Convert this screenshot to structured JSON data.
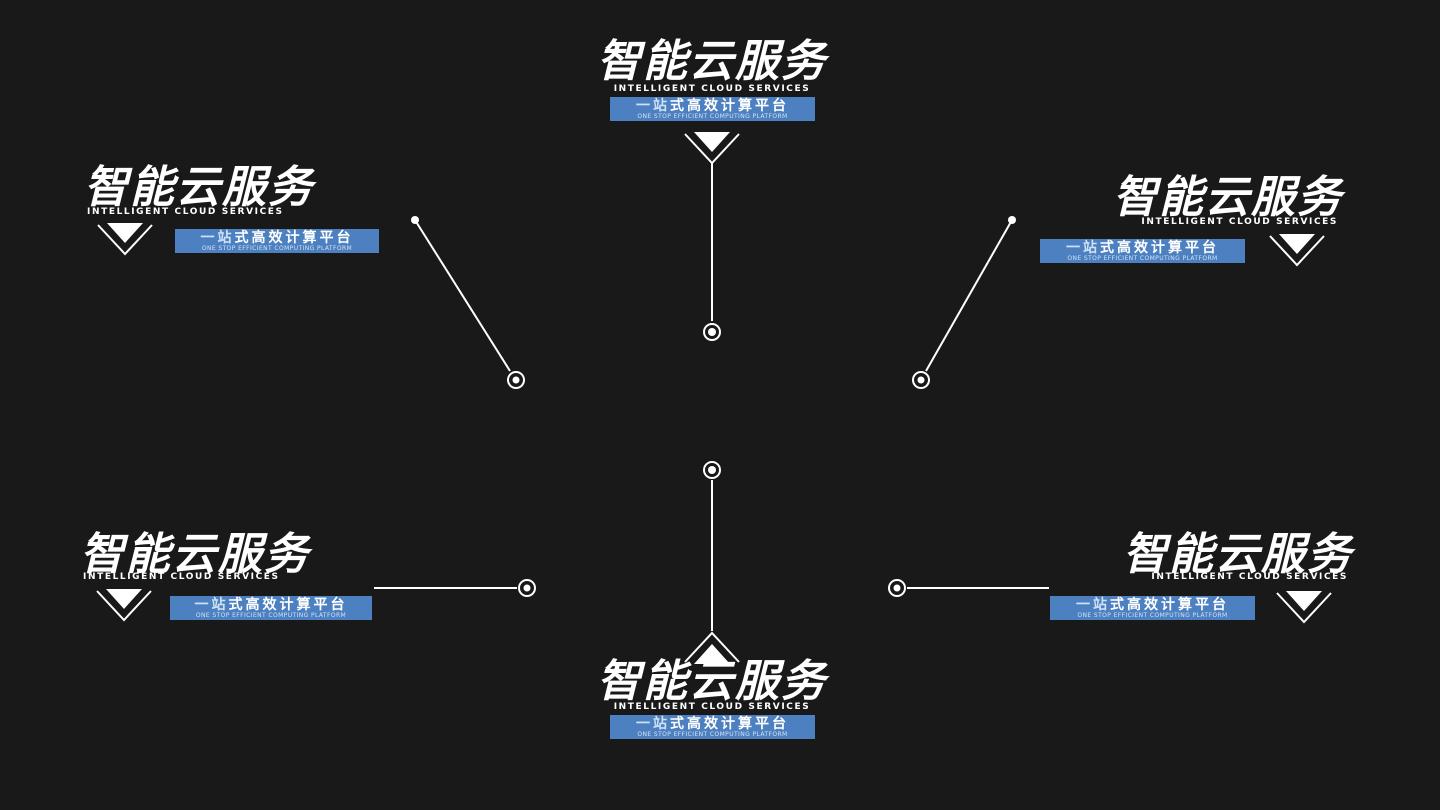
{
  "canvas": {
    "background": "#191919"
  },
  "colors": {
    "band_blue": "#4d80c0",
    "text_white": "#ffffff",
    "band_text_light": "#cfe2f5",
    "line_white": "#ffffff"
  },
  "callout": {
    "title": "智能云服务",
    "subtitle": "INTELLIGENT CLOUD SERVICES",
    "tagline_zh_highlight": "一站",
    "tagline_zh_rest": "式高效计算平台",
    "tagline_en": "ONE STOP EFFICIENT COMPUTING PLATFORM"
  }
}
